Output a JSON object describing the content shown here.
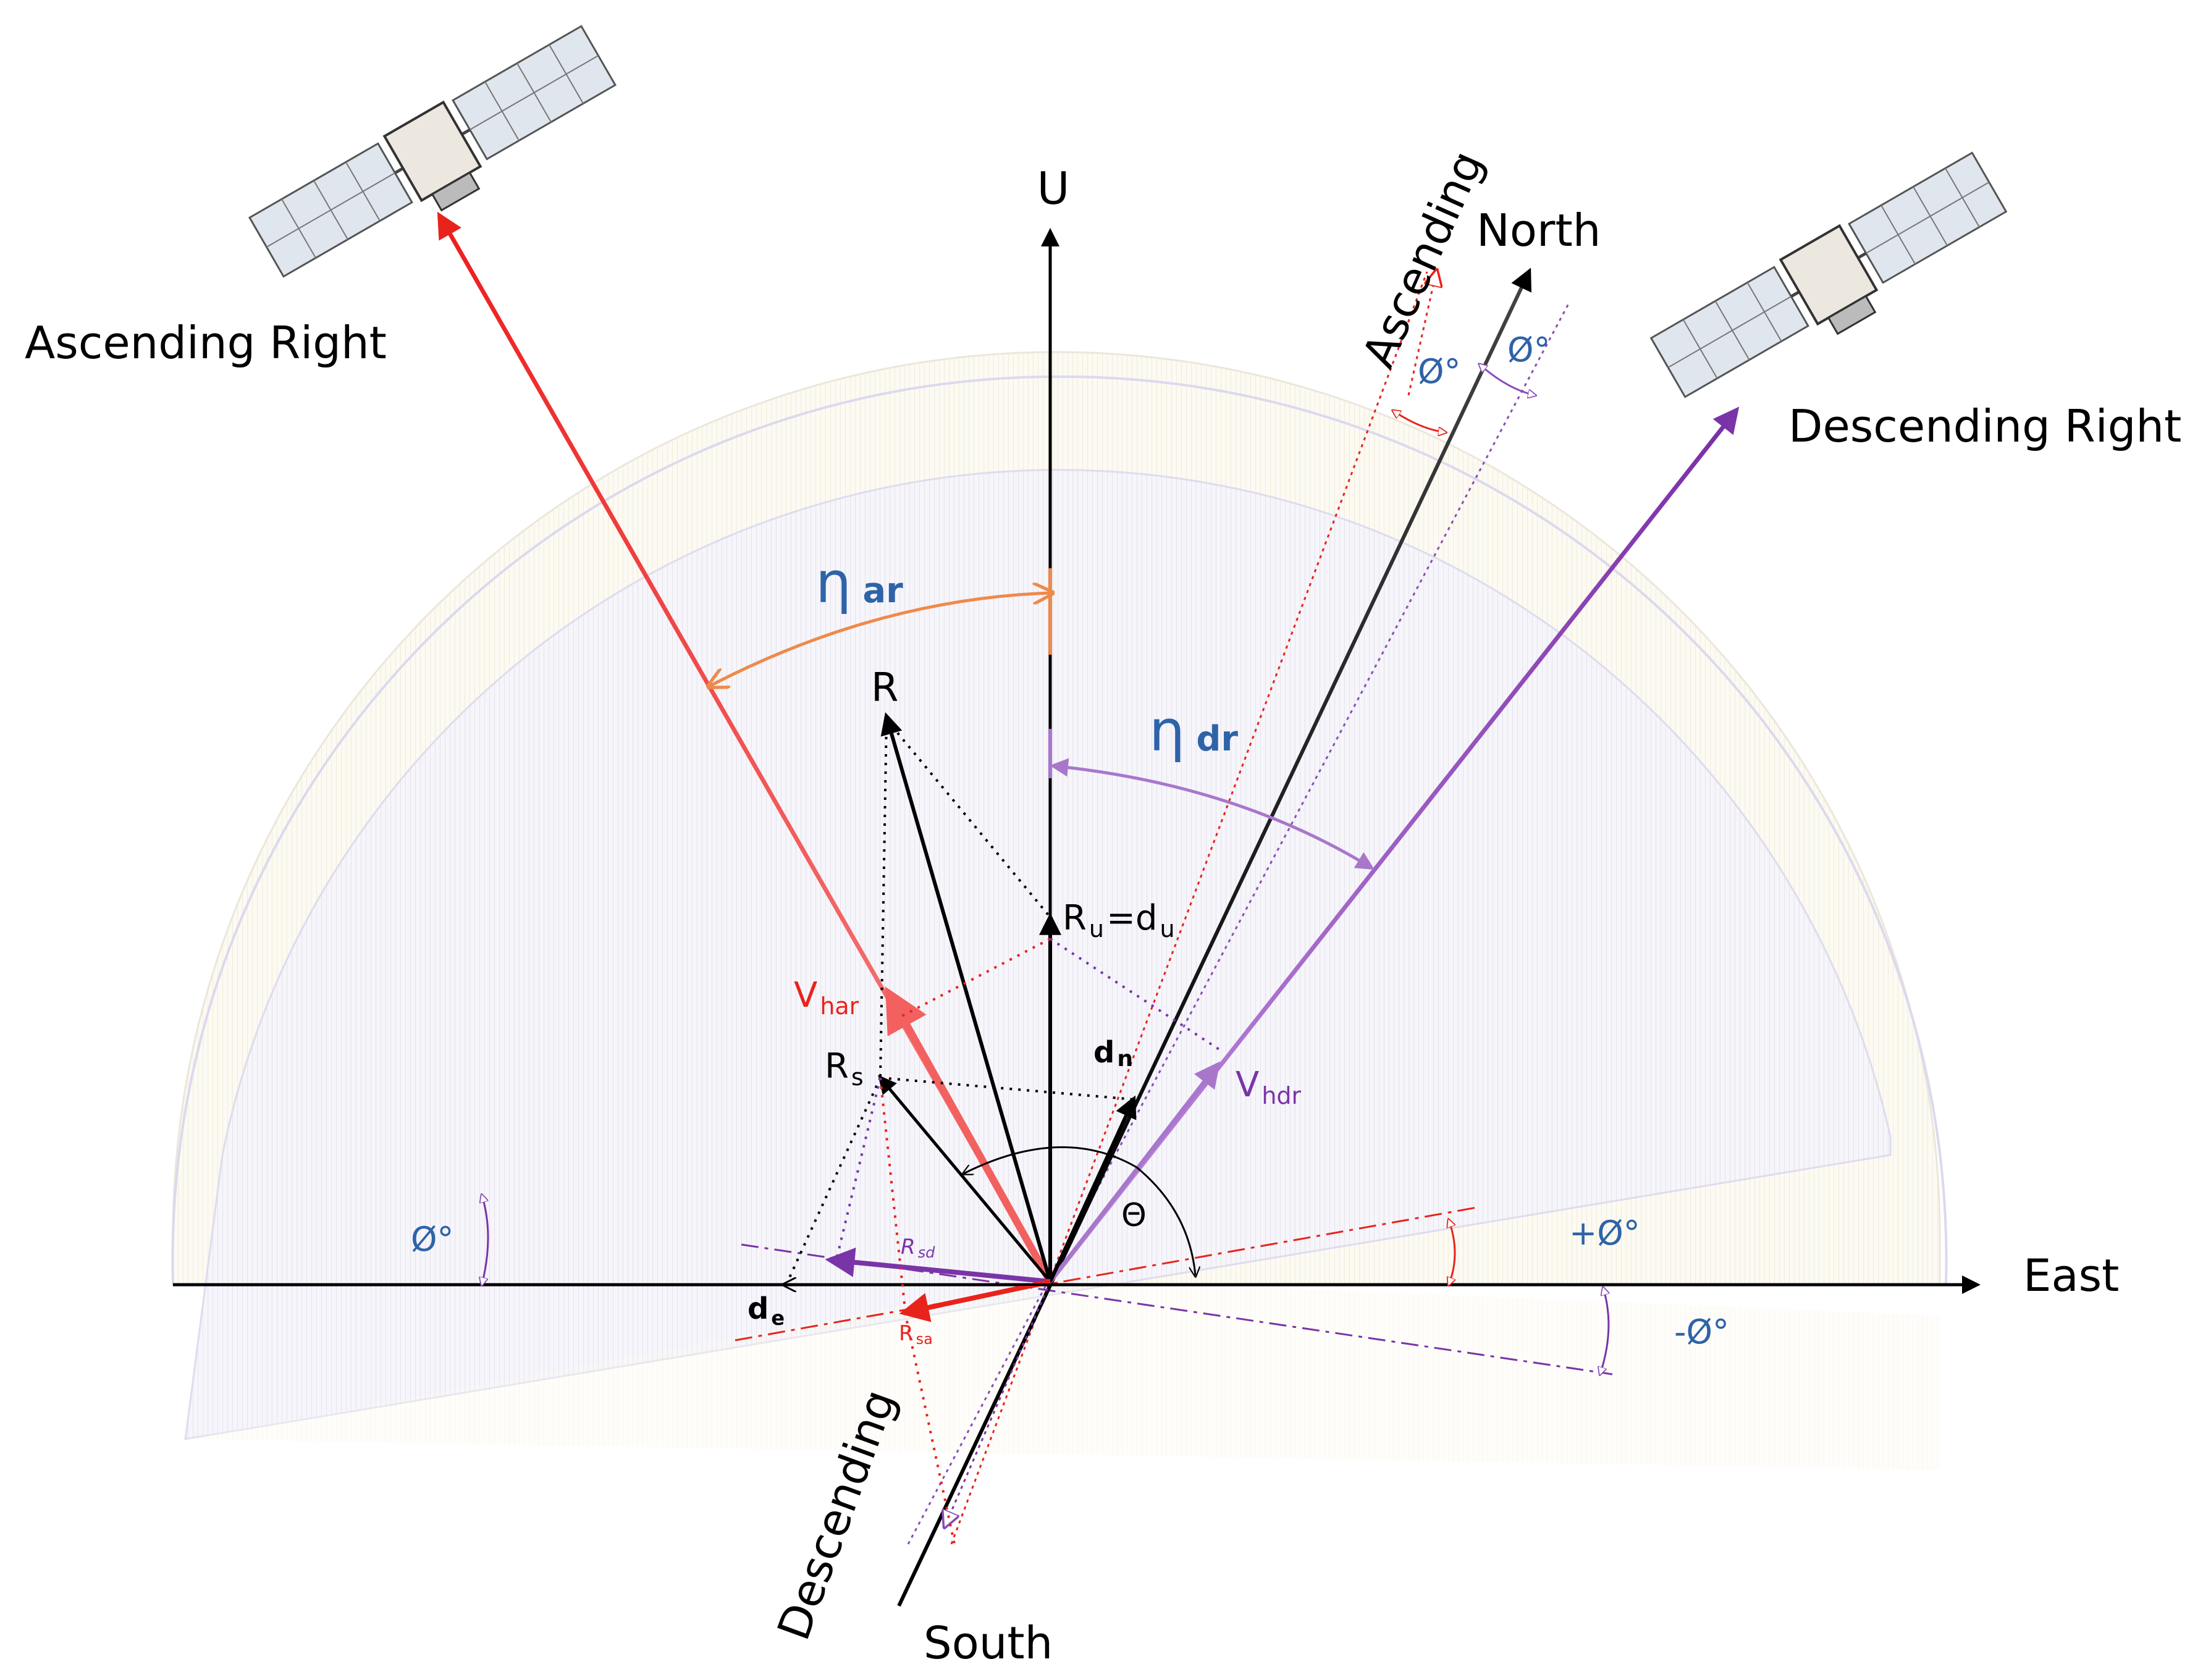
{
  "labels": {
    "u_axis": "U",
    "north": "North",
    "south": "South",
    "east": "East",
    "ascending": "Ascending",
    "descending": "Descending",
    "ascending_right": "Ascending Right",
    "descending_right": "Descending Right",
    "eta_symbol": "η",
    "eta_ar_sub": "ar",
    "eta_dr_sub": "dr",
    "R": "R",
    "Ru_main": "R",
    "Ru_sub": "u",
    "Ru_eq": "=d",
    "du_sub": "u",
    "Rs_main": "R",
    "Rs_sub": "s",
    "V_main": "V",
    "Vhar_sub": "har",
    "Vhdr_sub": "hdr",
    "dn_main": "d",
    "dn_sub": "n",
    "de_main": "d",
    "de_sub": "e",
    "Rsd_main": "R",
    "Rsd_sub": "sd",
    "Rsa_main": "R",
    "Rsa_sub": "sa",
    "theta": "Θ",
    "phi": "Ø°",
    "plus_phi": "+Ø°",
    "minus_phi": "-Ø°"
  },
  "colors": {
    "ascending": "#e8231c",
    "descending": "#7a34a8",
    "eta_arc_ar": "#ee8a4a",
    "eta_arc_dr": "#a877cc",
    "angle_text": "#2e63a8",
    "axis": "#000000"
  },
  "icons": [
    "satellite-ascending-icon",
    "satellite-descending-icon"
  ]
}
